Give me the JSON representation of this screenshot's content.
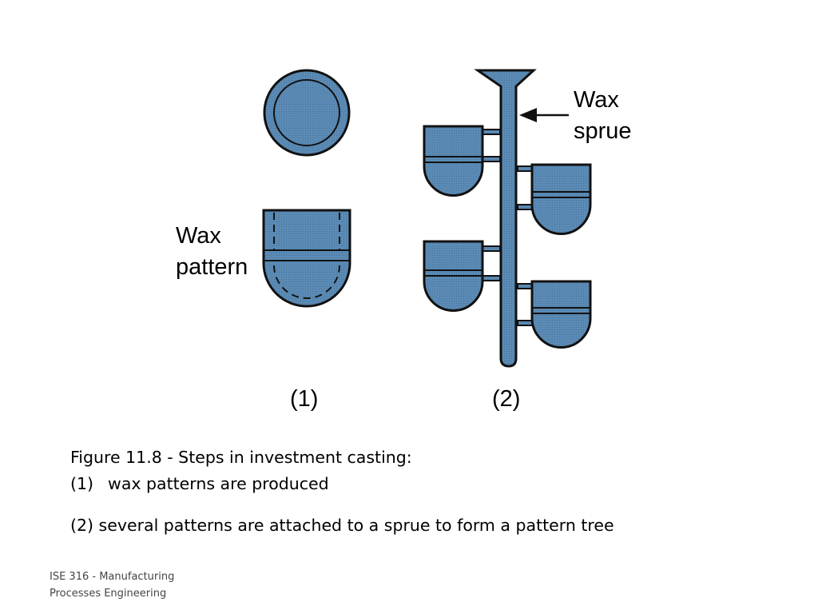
{
  "figure": {
    "labels": {
      "wax_pattern_line1": "Wax",
      "wax_pattern_line2": "pattern",
      "wax_sprue_line1": "Wax",
      "wax_sprue_line2": "sprue",
      "step1": "(1)",
      "step2": "(2)"
    },
    "colors": {
      "wax_fill": "#5b8bb5",
      "outline": "#111111"
    }
  },
  "caption": {
    "line1": "Figure 11.8 - Steps in investment casting:",
    "line2_num": "(1)",
    "line2_text": "wax patterns are produced",
    "line3": "(2) several patterns are attached to a sprue to form a pattern tree"
  },
  "footer": {
    "line1": "ISE 316  -  Manufacturing",
    "line2": "Processes Engineering"
  }
}
